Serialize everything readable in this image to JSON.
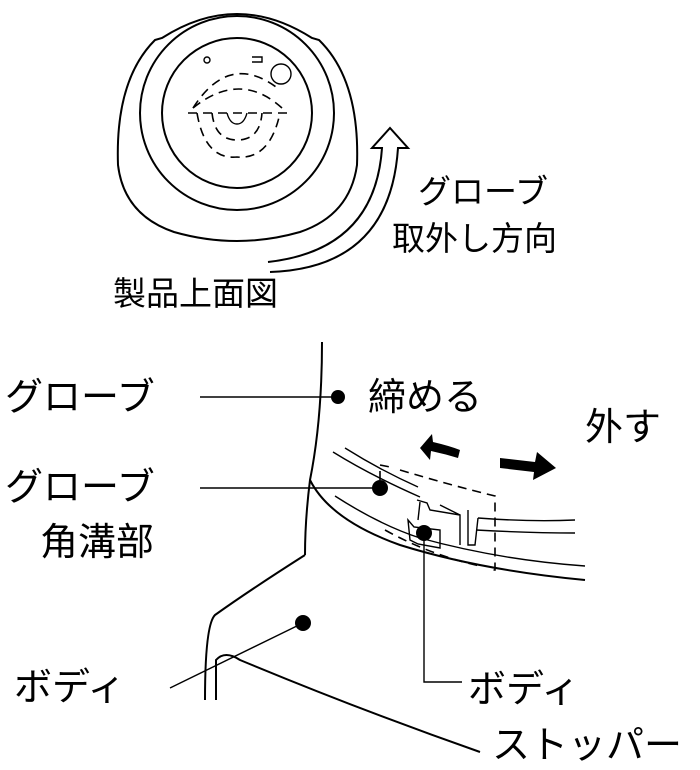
{
  "top_view": {
    "caption": "製品上面図",
    "direction_label_line1": "グローブ",
    "direction_label_line2": "取外し方向"
  },
  "detail_view": {
    "glove": "グローブ",
    "tighten": "締める",
    "remove": "外す",
    "glove_groove_line1": "グローブ",
    "glove_groove_line2": "角溝部",
    "body": "ボディ",
    "body_stopper_line1": "ボディ",
    "body_stopper_line2": "ストッパー"
  }
}
